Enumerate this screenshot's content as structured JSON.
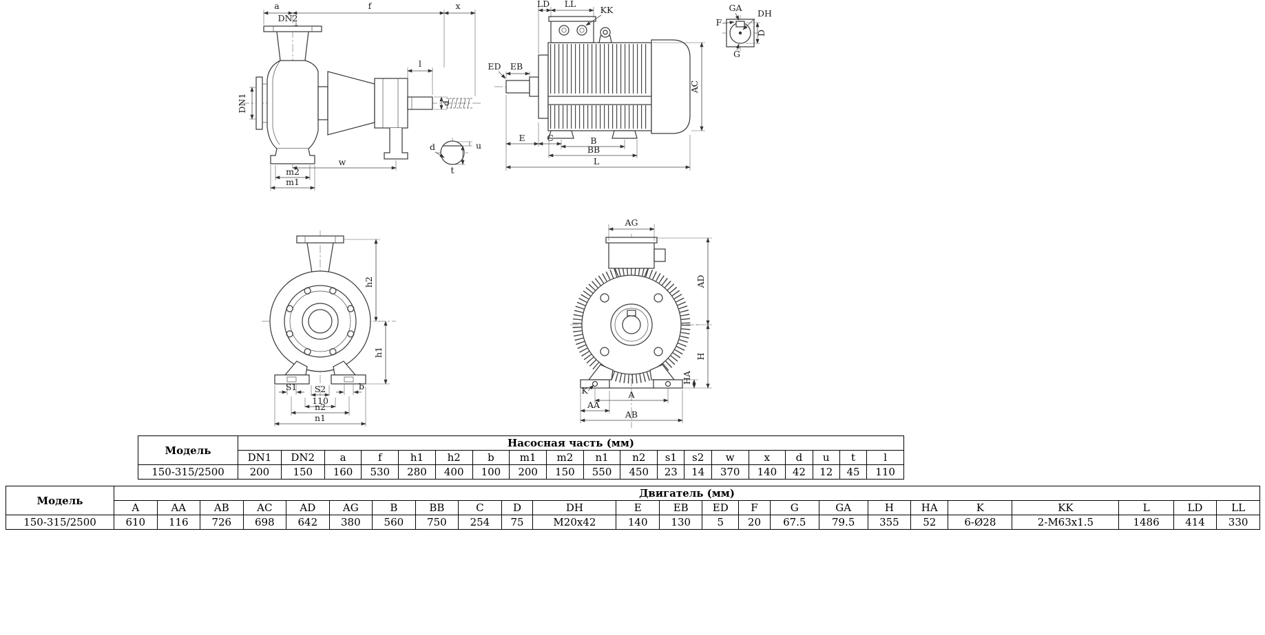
{
  "page": {
    "background": "#ffffff",
    "line_color": "#3c3c3c"
  },
  "views": {
    "pump_side": {
      "labels": {
        "a": "a",
        "f": "f",
        "x": "x",
        "dn2": "DN2",
        "dn1": "DN1",
        "l": "l",
        "d": "d",
        "w": "w",
        "m2": "m2",
        "m1": "m1"
      }
    },
    "shaft_detail": {
      "labels": {
        "d": "d",
        "u": "u",
        "t": "t"
      }
    },
    "motor_side": {
      "labels": {
        "ld": "LD",
        "ll": "LL",
        "kk": "KK",
        "ed": "ED",
        "eb": "EB",
        "e": "E",
        "c": "C",
        "b": "B",
        "bb": "BB",
        "l": "L",
        "ac": "AC"
      }
    },
    "key_detail": {
      "labels": {
        "f": "F",
        "ga": "GA",
        "dh": "DH",
        "d": "D",
        "g": "G"
      }
    },
    "pump_front": {
      "labels": {
        "h2": "h2",
        "h1": "h1",
        "s1": "S1",
        "s2": "S2",
        "v110": "110",
        "b": "b",
        "n2": "n2",
        "n1": "n1"
      }
    },
    "motor_front": {
      "labels": {
        "ag": "AG",
        "ad": "AD",
        "h": "H",
        "ha": "HA",
        "k": "K",
        "a": "A",
        "aa": "AA",
        "ab": "AB"
      }
    }
  },
  "pump_table": {
    "model_header": "Модель",
    "section_header": "Насосная часть (мм)",
    "columns": [
      "DN1",
      "DN2",
      "a",
      "f",
      "h1",
      "h2",
      "b",
      "m1",
      "m2",
      "n1",
      "n2",
      "s1",
      "s2",
      "w",
      "x",
      "d",
      "u",
      "t",
      "l"
    ],
    "model": "150-315/2500",
    "values": [
      "200",
      "150",
      "160",
      "530",
      "280",
      "400",
      "100",
      "200",
      "150",
      "550",
      "450",
      "23",
      "14",
      "370",
      "140",
      "42",
      "12",
      "45",
      "110"
    ]
  },
  "motor_table": {
    "model_header": "Модель",
    "section_header": "Двигатель (мм)",
    "columns": [
      "A",
      "AA",
      "AB",
      "AC",
      "AD",
      "AG",
      "B",
      "BB",
      "C",
      "D",
      "DH",
      "E",
      "EB",
      "ED",
      "F",
      "G",
      "GA",
      "H",
      "HA",
      "K",
      "KK",
      "L",
      "LD",
      "LL"
    ],
    "model": "150-315/2500",
    "values": [
      "610",
      "116",
      "726",
      "698",
      "642",
      "380",
      "560",
      "750",
      "254",
      "75",
      "M20x42",
      "140",
      "130",
      "5",
      "20",
      "67.5",
      "79.5",
      "355",
      "52",
      "6-Ø28",
      "2-M63x1.5",
      "1486",
      "414",
      "330"
    ]
  }
}
